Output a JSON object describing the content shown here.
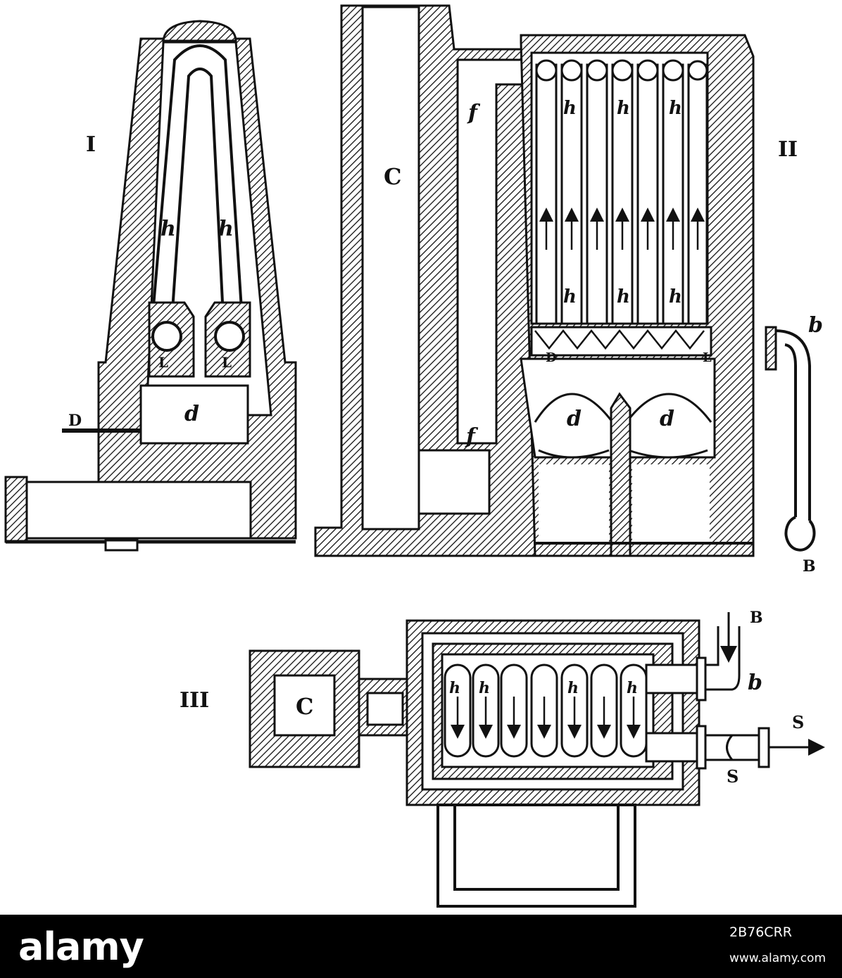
{
  "figures": {
    "fig1": {
      "numeral": "I",
      "labels": {
        "h_left": "h",
        "h_right": "h",
        "L_left": "L",
        "L_right": "L",
        "d": "d",
        "D": "D"
      }
    },
    "fig2": {
      "numeral": "II",
      "labels": {
        "C": "C",
        "f_top": "f",
        "f_bottom": "f",
        "h_top1": "h",
        "h_top2": "h",
        "h_top3": "h",
        "h_mid1": "h",
        "h_mid2": "h",
        "h_mid3": "h",
        "D": "D",
        "L": "L",
        "d_left": "d",
        "d_right": "d",
        "b": "b",
        "B": "B"
      }
    },
    "fig3": {
      "numeral": "III",
      "labels": {
        "C": "C",
        "h1": "h",
        "h2": "h",
        "h3": "h",
        "h4": "h",
        "B": "B",
        "b": "b",
        "S_top": "S",
        "S_bottom": "S"
      }
    }
  },
  "watermark": {
    "logo": "alamy",
    "image_id": "2B76CRR",
    "url": "www.alamy.com"
  },
  "colors": {
    "ink": "#111111",
    "paper": "#ffffff",
    "footer": "#000000"
  }
}
